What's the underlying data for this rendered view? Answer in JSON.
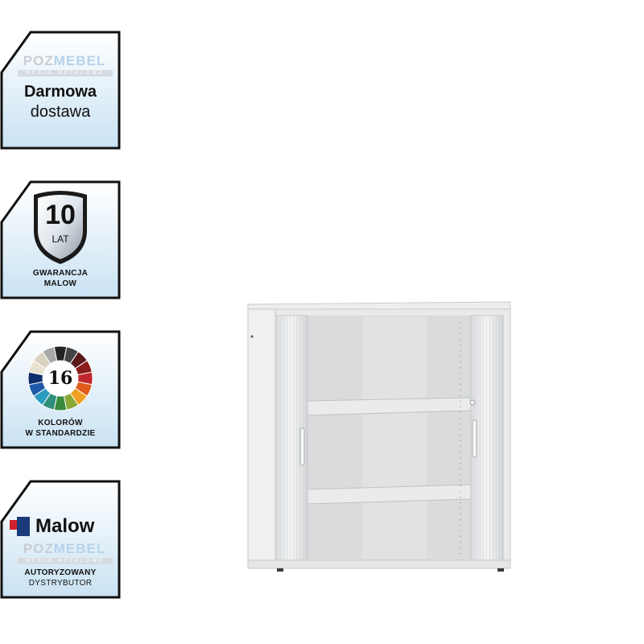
{
  "badges": {
    "delivery": {
      "line1": "Darmowa",
      "line2": "dostawa",
      "watermark_a": "POZ",
      "watermark_b": "MEBEL",
      "watermark_sub": "MEBLE METALOWE"
    },
    "warranty": {
      "number": "10",
      "unit": "LAT",
      "line1": "GWARANCJA",
      "line2": "MALOW"
    },
    "colors": {
      "number": "16",
      "line1": "KOLORÓW",
      "line2": "W STANDARDZIE"
    },
    "distributor": {
      "brand": "Malow",
      "watermark_a": "POZ",
      "watermark_b": "MEBEL",
      "watermark_sub": "MEBLE METALOWE",
      "line1": "AUTORYZOWANY",
      "line2": "DYSTRYBUTOR"
    }
  },
  "product": {
    "icon": "tambour-door-cabinet",
    "color": "#e6e8ea"
  },
  "colors_wheel": [
    "#222222",
    "#444444",
    "#5a1a1a",
    "#8b1a1a",
    "#c0262e",
    "#e05a1c",
    "#f0a020",
    "#8aa838",
    "#3b8a3e",
    "#2f8f7a",
    "#2a9cc0",
    "#1e5aa8",
    "#0e2f6b",
    "#e8e2d0",
    "#d8d2c0",
    "#a8a8a8"
  ],
  "accent": "#0a0a0a"
}
